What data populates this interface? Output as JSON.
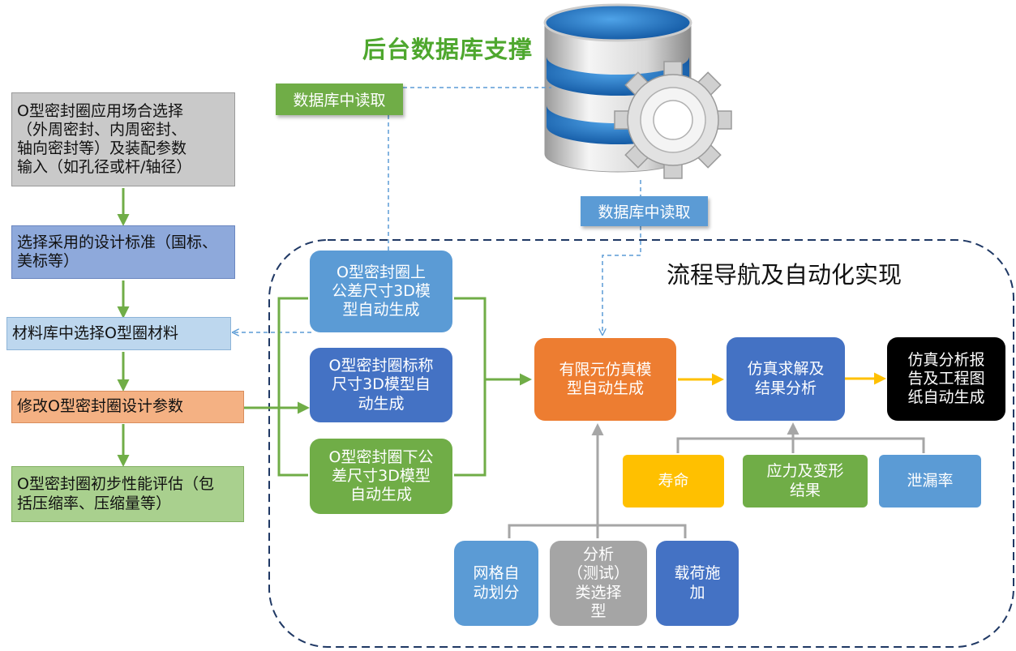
{
  "header": {
    "db_support": "后台数据库支撑",
    "db_icon": "database-gear-icon"
  },
  "tags": {
    "db_read_1": "数据库中读取",
    "db_read_2": "数据库中读取"
  },
  "left_flow": [
    "O型密封圈应用场合选择\n（外周密封、内周密封、\n轴向密封等）及装配参数\n输入（如孔径或杆/轴径）",
    "选择采用的设计标准（国标、\n美标等）",
    "材料库中选择O型圈材料",
    "修改O型密封圈设计参数",
    "O型密封圈初步性能评估（包\n括压缩率、压缩量等）"
  ],
  "region": {
    "title": "流程导航及自动化实现"
  },
  "models": {
    "upper": "O型密封圈上\n公差尺寸3D模\n型自动生成",
    "nominal": "O型密封圈标称\n尺寸3D模型自\n动生成",
    "lower": "O型密封圈下公\n差尺寸3D模型\n自动生成"
  },
  "pipeline": {
    "fem": "有限元仿真模\n型自动生成",
    "solve": "仿真求解及\n结果分析",
    "report": "仿真分析报\n告及工程图\n纸自动生成"
  },
  "results": {
    "life": "寿命",
    "stress": "应力及变形\n结果",
    "leak": "泄漏率"
  },
  "inputs": {
    "mesh": "网格自\n动划分",
    "analysis_type": "分析\n（测试）\n类选择\n型",
    "load": "载荷施\n加"
  },
  "colors": {
    "green_arrow": "#70AD47",
    "gold_arrow": "#FFC000",
    "gray_line": "#A6A6A6",
    "dashed_blue": "#5B9BD5",
    "region_border": "#1F3864",
    "title_green": "#4EA72E"
  }
}
